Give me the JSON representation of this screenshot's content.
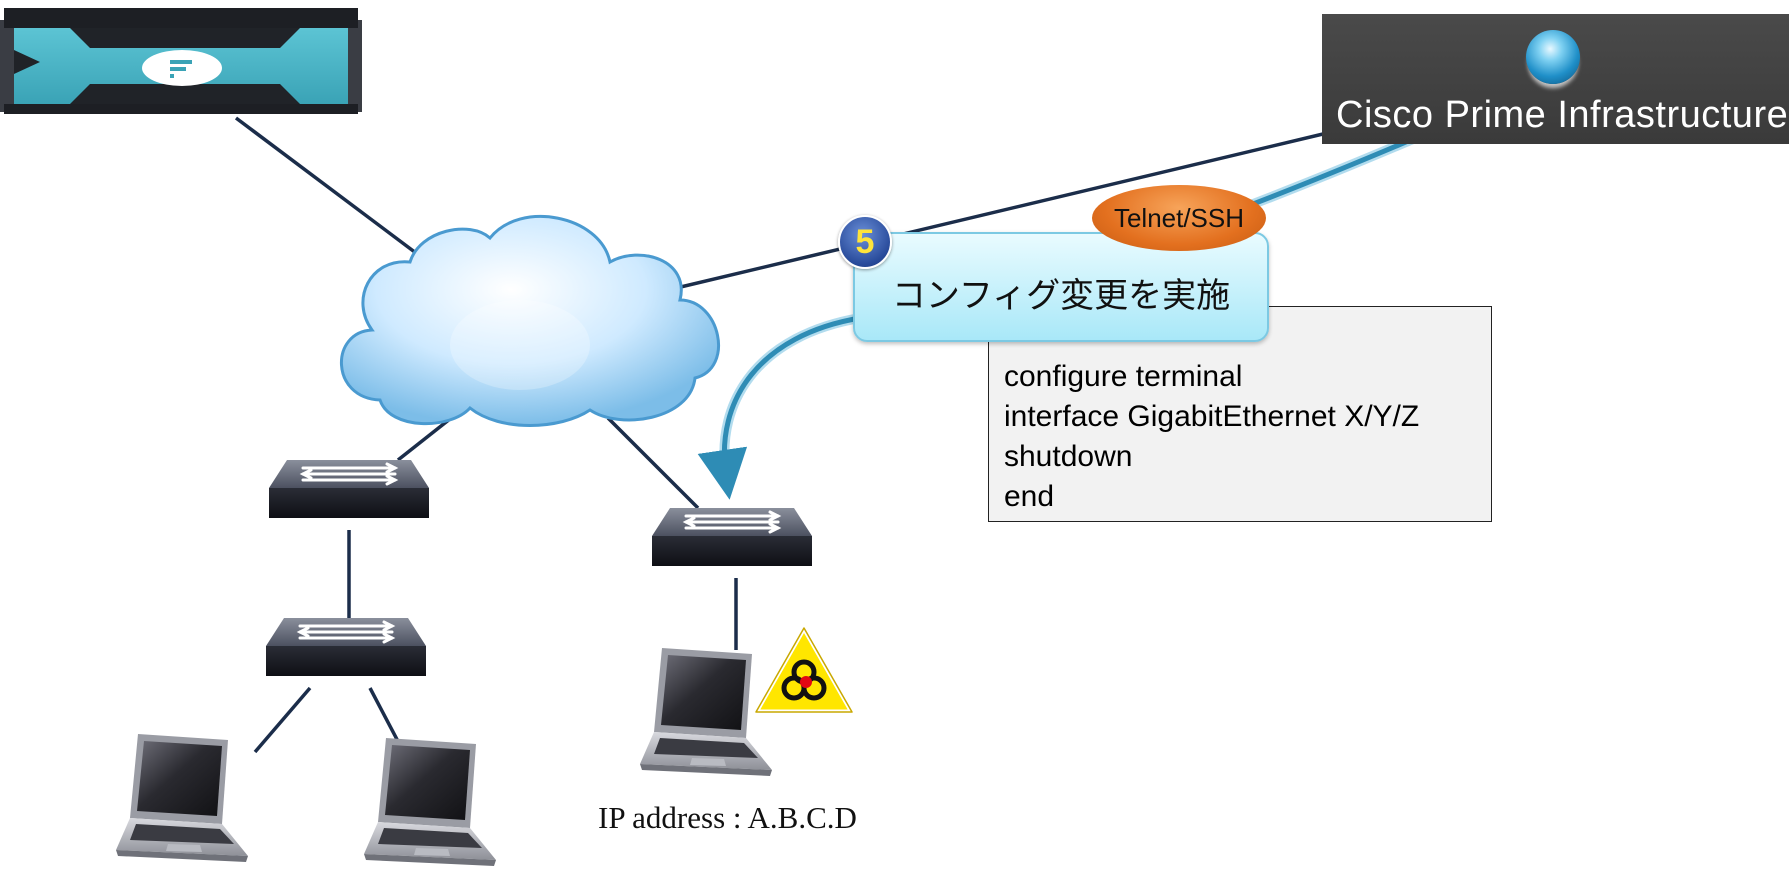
{
  "management": {
    "title": "Cisco Prime Infrastructure",
    "icon": "globe-icon"
  },
  "action": {
    "step_number": "5",
    "label": "コンフィグ変更を実施",
    "protocol": "Telnet/SSH"
  },
  "cli": {
    "lines": [
      "configure terminal",
      "interface GigabitEthernet X/Y/Z",
      "shutdown",
      "end"
    ]
  },
  "infected_host": {
    "ip_label": "IP address : A.B.C.D",
    "warning_icon": "biohazard-icon"
  },
  "nodes": {
    "server": "appliance-icon",
    "network": "cloud-icon",
    "switches": [
      "switch-icon",
      "switch-icon",
      "switch-icon"
    ],
    "laptops": [
      "laptop-icon",
      "laptop-icon",
      "laptop-icon"
    ]
  },
  "colors": {
    "link": "#1b2d4a",
    "flow_arrow": "#2e8cb5",
    "action_fill": "#c7f1fb",
    "protocol_fill": "#e8761f",
    "step_badge": "#284a9a",
    "step_number": "#ffe43a",
    "cpi_background": "#3f3f3f",
    "appliance": "#48b6c8"
  }
}
